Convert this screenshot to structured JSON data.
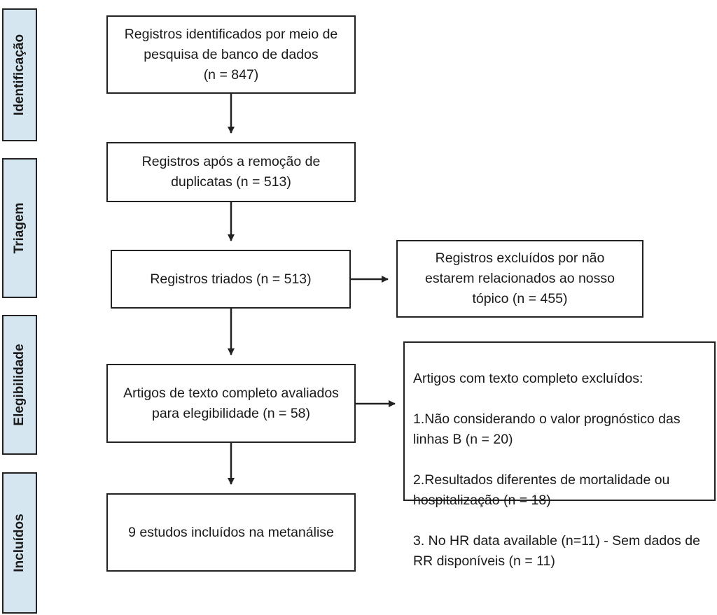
{
  "phases": {
    "identificacao": "Identificação",
    "triagem": "Triagem",
    "elegibilidade": "Elegibilidade",
    "incluidos": "Incluídos"
  },
  "boxes": {
    "identified": "Registros identificados por meio de\npesquisa de banco de dados\n(n = 847)",
    "after_duplicates": "Registros após a remoção de\nduplicatas (n = 513)",
    "screened": "Registros triados (n = 513)",
    "excluded_records": "Registros excluídos por não\nestarem relacionados ao nosso\ntópico (n = 455)",
    "full_text_assessed": "Artigos de texto completo avaliados\npara elegibilidade (n = 58)",
    "included": "9 estudos incluídos na metanálise"
  },
  "full_text_excluded": {
    "heading": "Artigos com texto completo excluídos:",
    "items": [
      "1.Não considerando o valor prognóstico das linhas B (n = 20)",
      "2.Resultados diferentes de mortalidade ou hospitalização (n = 18)",
      "3. No HR data available (n=11) - Sem dados de RR disponíveis (n = 11)"
    ]
  },
  "colors": {
    "phase_fill": "#d6e6f0",
    "border": "#222222",
    "text": "#1a1a1a"
  }
}
